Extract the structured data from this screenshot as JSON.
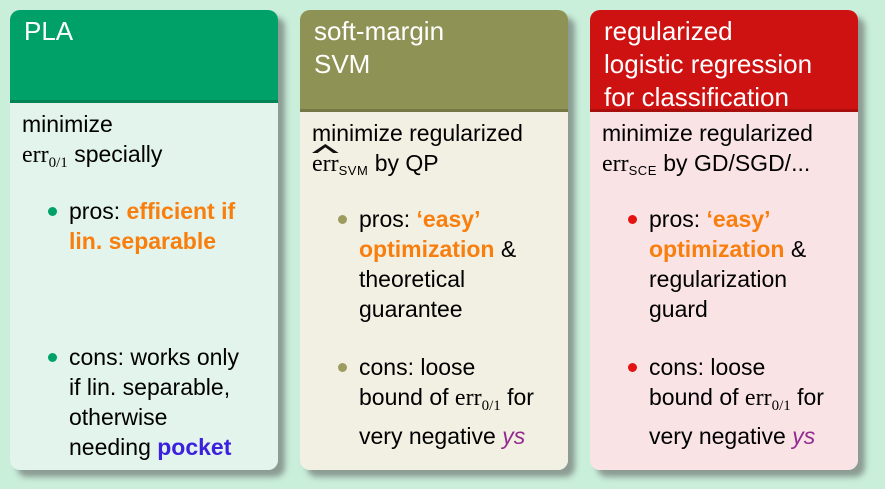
{
  "colors": {
    "page_bg": "#C9EEDA",
    "orange": "#F87E0E",
    "blue": "#3B21DE",
    "purple": "#922B90",
    "card1_header": "#00A169",
    "card1_body": "#E2F4EC",
    "card1_bullet": "#00A169",
    "card2_header": "#8F9255",
    "card2_body": "#F2F0E2",
    "card2_bullet": "#9C9C5F",
    "card3_header": "#CE1212",
    "card3_body": "#FAE3E5",
    "card3_bullet": "#E51212"
  },
  "cards": [
    {
      "title": "PLA",
      "intro_line1": "minimize",
      "err": "err",
      "err_sub": "0/1",
      "intro_rest": "specially",
      "pros_pre": "pros: ",
      "pros_highlight": "efficient if\nlin. separable",
      "cons_pre": "cons: works only\nif lin. separable,\notherwise\nneeding ",
      "cons_highlight": "pocket"
    },
    {
      "title": "soft-margin\nSVM",
      "intro_line1": "minimize regularized",
      "err": "err",
      "err_sub": "SVM",
      "intro_rest": "by QP",
      "pros_pre": "pros: ",
      "pros_highlight": "‘easy’\noptimization",
      "pros_rest": " &\ntheoretical\nguarantee",
      "cons_pre": "cons: loose\nbound of ",
      "cons_err": "err",
      "cons_err_sub": "0/1",
      "cons_mid": " for\nvery negative ",
      "cons_ys": "ys"
    },
    {
      "title": "regularized\nlogistic regression\nfor classification",
      "intro_line1": "minimize regularized",
      "err": "err",
      "err_sub": "SCE",
      "intro_rest": "by GD/SGD/...",
      "pros_pre": "pros: ",
      "pros_highlight": "‘easy’\noptimization",
      "pros_rest": " &\nregularization\nguard",
      "cons_pre": "cons: loose\nbound of ",
      "cons_err": "err",
      "cons_err_sub": "0/1",
      "cons_mid": " for\nvery negative ",
      "cons_ys": "ys"
    }
  ]
}
